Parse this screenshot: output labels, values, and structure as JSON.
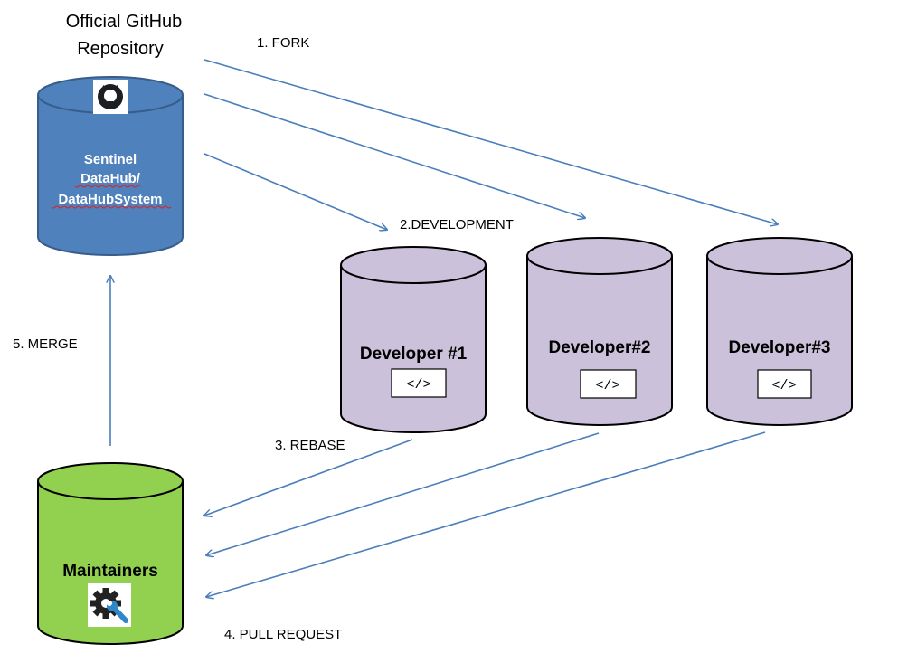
{
  "repository": {
    "title_lines": [
      "Official GitHub",
      "Repository"
    ],
    "name_lines": [
      "Sentinel",
      "DataHub/",
      "DataHubSystem"
    ],
    "icon": "github-icon",
    "color": "#4f81bd"
  },
  "developers": [
    {
      "label": "Developer #1",
      "code": "</>",
      "icon": "code-icon"
    },
    {
      "label": "Developer#2",
      "code": "</>",
      "icon": "code-icon"
    },
    {
      "label": "Developer#3",
      "code": "</>",
      "icon": "code-icon"
    }
  ],
  "developer_color": "#ccc1da",
  "maintainers": {
    "label": "Maintainers",
    "icon": "gear-wrench-icon",
    "color": "#92d050"
  },
  "steps": {
    "fork": "1. FORK",
    "development": "2.DEVELOPMENT",
    "rebase": "3. REBASE",
    "pull_request": "4. PULL REQUEST",
    "merge": "5. MERGE"
  },
  "arrow_color": "#4a7ebb"
}
